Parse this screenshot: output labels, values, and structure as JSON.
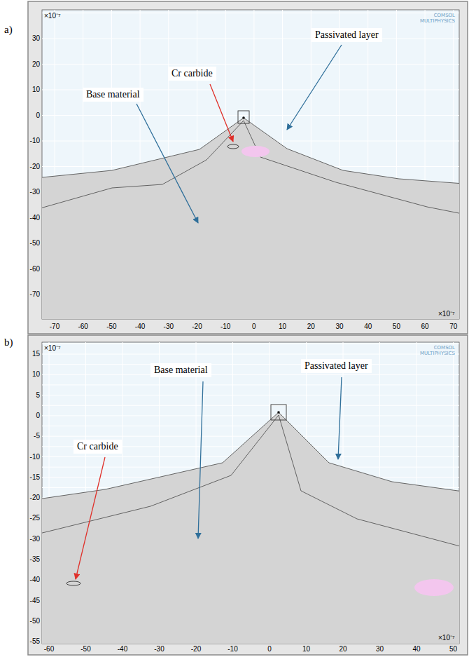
{
  "diagram": {
    "labels": [
      "a)",
      "×10⁻⁷",
      "30",
      "20",
      "10",
      "0",
      "-10",
      "-20",
      "-30",
      "-40",
      "-50",
      "-60",
      "-70",
      "-70",
      "-60",
      "-50",
      "-40",
      "-30",
      "-20",
      "-10",
      "0",
      "10",
      "20",
      "30",
      "40",
      "50",
      "60",
      "70",
      "×10⁻⁷",
      "COMSOL MULTIPHYSICS",
      "Cr carbide",
      "Passivated layer",
      "Base material",
      "b)",
      "×10⁻⁷",
      "15",
      "10",
      "5",
      "0",
      "-5",
      "-10",
      "-15",
      "-20",
      "-25",
      "-30",
      "-35",
      "-40",
      "-45",
      "-50",
      "-55",
      "-60",
      "-50",
      "-40",
      "-30",
      "-20",
      "-10",
      "0",
      "10",
      "20",
      "30",
      "40",
      "50",
      "×10⁻⁷",
      "COMSOL MULTIPHYSICS",
      "Cr carbide",
      "Base material",
      "Passivated layer"
    ]
  }
}
